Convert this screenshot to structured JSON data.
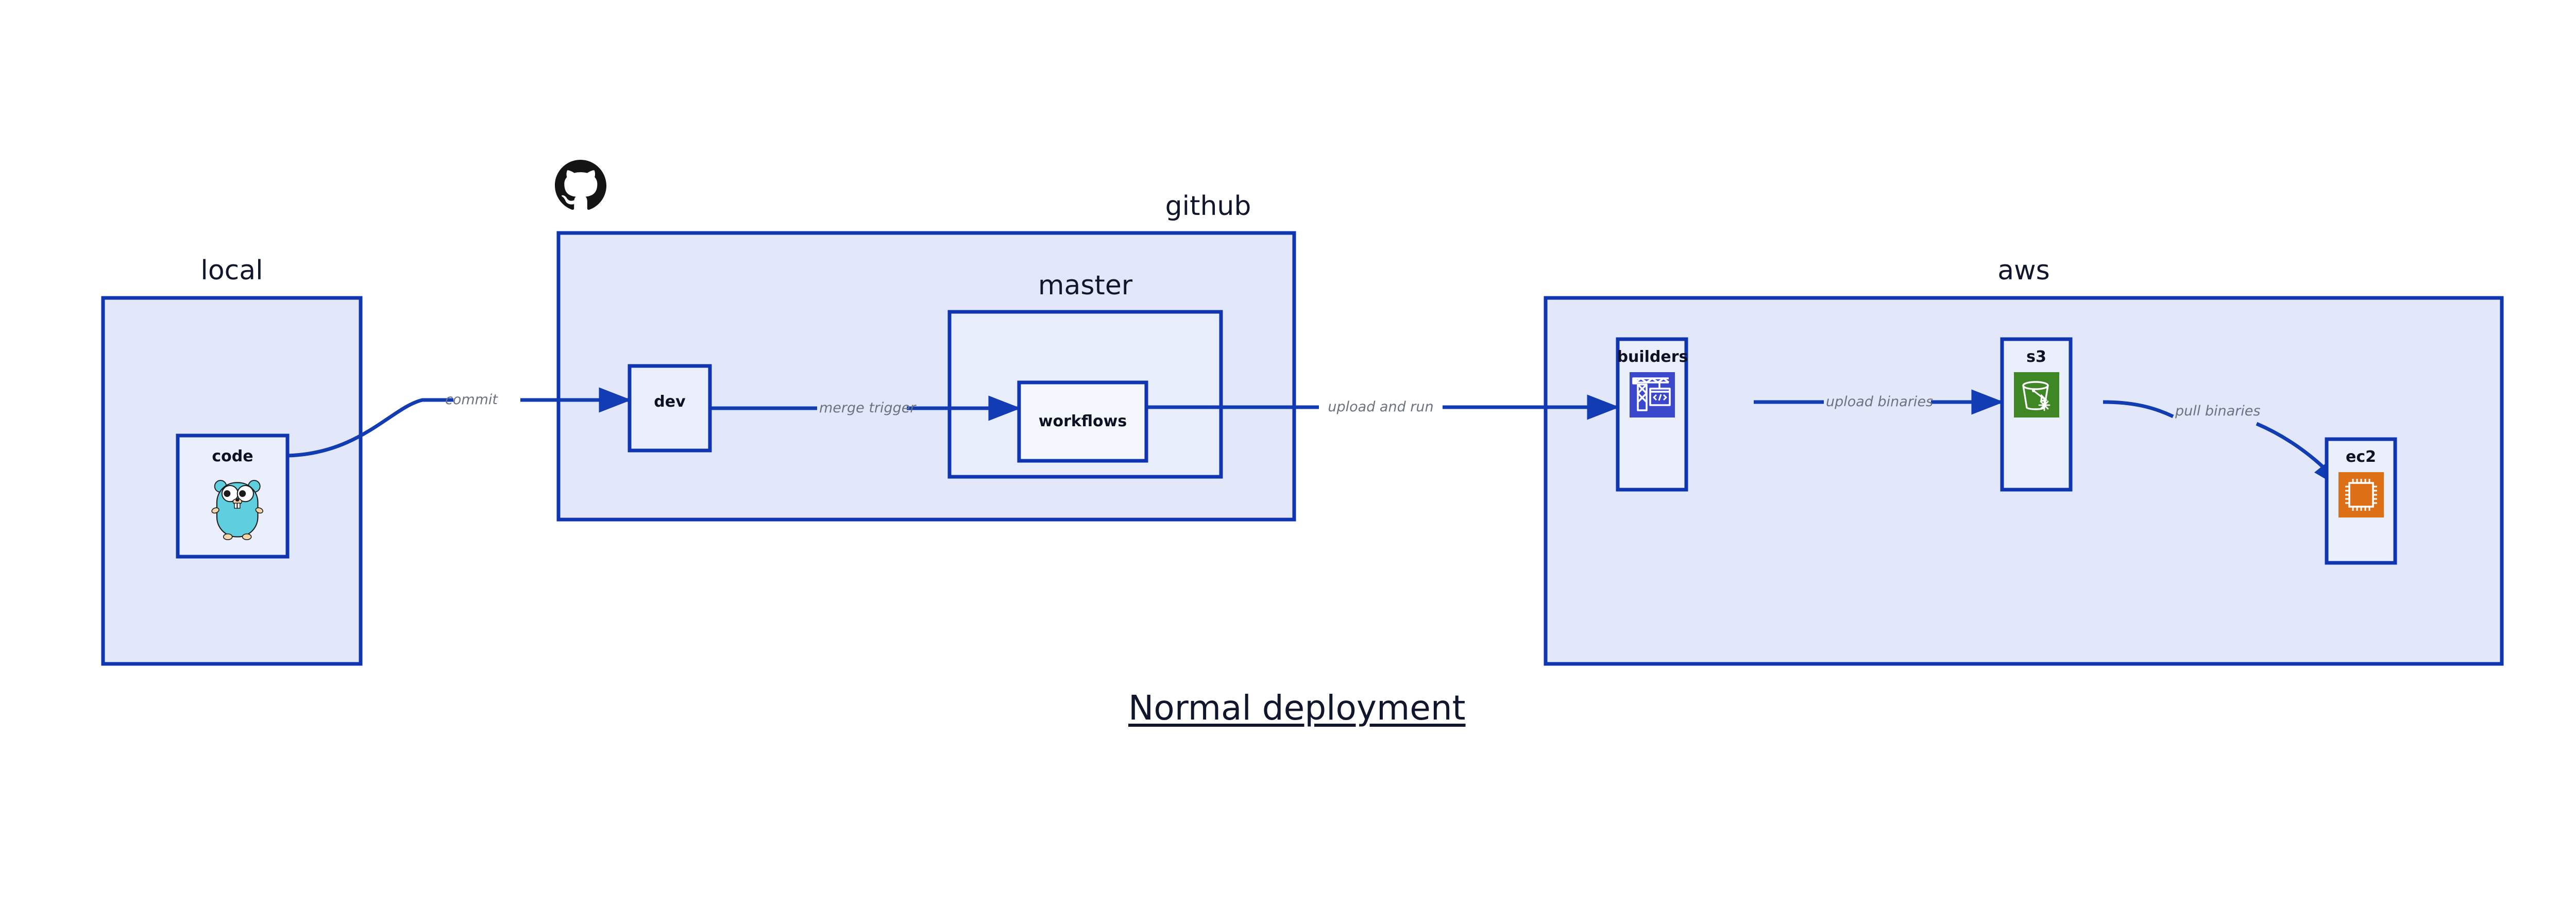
{
  "title": {
    "text": "Normal deployment"
  },
  "colors": {
    "container_border": "#0f35b0",
    "container_fill": "#e2e8fa",
    "node_fill": "#ebeffc",
    "workflows_fill": "#f5f7fe",
    "arrow": "#123cb3",
    "label_text": "#6b7280",
    "title_text": "#12162c",
    "builders_icon_bg": "#3b48cc",
    "s3_icon_bg": "#3f8624",
    "ec2_icon_bg": "#dd7017",
    "gopher_body": "#5fcfe0",
    "github_logo": "#141414"
  },
  "groups": [
    {
      "id": "local",
      "label": "local"
    },
    {
      "id": "github",
      "label": "github"
    },
    {
      "id": "master",
      "label": "master"
    },
    {
      "id": "aws",
      "label": "aws"
    }
  ],
  "nodes": [
    {
      "id": "code",
      "label": "code",
      "icon": "go-gopher-icon"
    },
    {
      "id": "dev",
      "label": "dev",
      "icon": null
    },
    {
      "id": "workflows",
      "label": "workflows",
      "icon": null
    },
    {
      "id": "builders",
      "label": "builders",
      "icon": "aws-codebuild-crane-icon"
    },
    {
      "id": "s3",
      "label": "s3",
      "icon": "aws-s3-bucket-icon"
    },
    {
      "id": "ec2",
      "label": "ec2",
      "icon": "aws-ec2-chip-icon"
    }
  ],
  "edges": [
    {
      "id": "commit",
      "label": "commit",
      "from": "code",
      "to": "dev"
    },
    {
      "id": "merge-trigger",
      "label": "merge trigger",
      "from": "dev",
      "to": "workflows"
    },
    {
      "id": "upload-and-run",
      "label": "upload and run",
      "from": "workflows",
      "to": "builders"
    },
    {
      "id": "upload-binaries",
      "label": "upload binaries",
      "from": "builders",
      "to": "s3"
    },
    {
      "id": "pull-binaries",
      "label": "pull binaries",
      "from": "s3",
      "to": "ec2"
    }
  ],
  "logos": [
    {
      "id": "github-logo",
      "name": "github-octocat-icon"
    }
  ]
}
